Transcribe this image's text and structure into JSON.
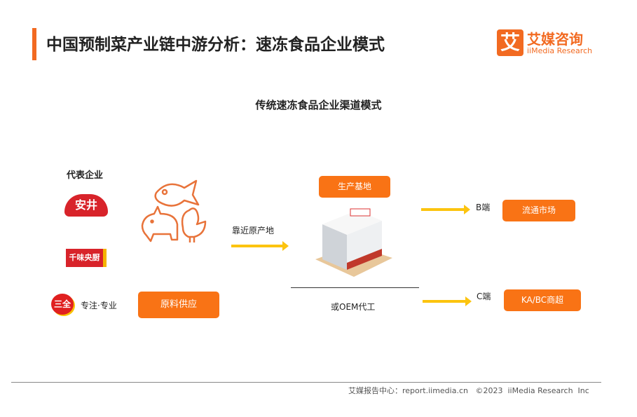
{
  "header": {
    "title": "中国预制菜产业链中游分析：速冻食品企业模式",
    "logo_mark": "艾",
    "logo_cn": "艾媒咨询",
    "logo_en": "iiMedia Research"
  },
  "diagram": {
    "subtitle": "传统速冻食品企业渠道模式",
    "representatives_label": "代表企业",
    "companies": [
      "安井",
      "千味央厨",
      "三全"
    ],
    "sanquan_slogan": "专注·专业",
    "raw_supply": "原料供应",
    "near_origin": "靠近原产地",
    "production_base": "生产基地",
    "oem": "或OEM代工",
    "b_end": "B端",
    "c_end": "C端",
    "circulation_market": "流通市场",
    "ka_bc": "KA/BC商超"
  },
  "footer": {
    "text": "艾媒报告中心：report.iimedia.cn   ©2023  iiMedia Research  Inc"
  }
}
